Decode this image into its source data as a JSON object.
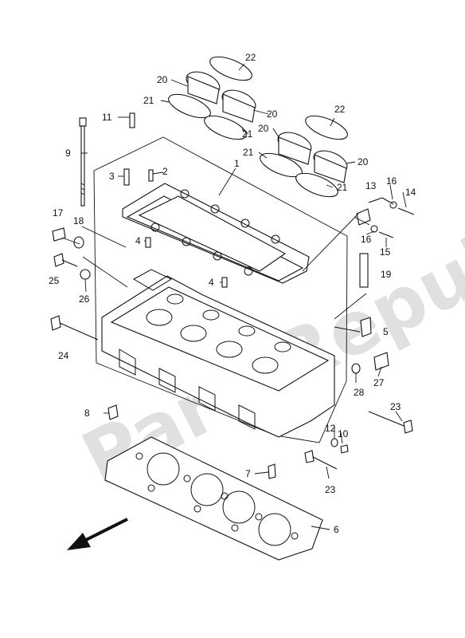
{
  "diagram": {
    "watermark": "PartsRepublik",
    "callouts": {
      "c1": "1",
      "c2": "2",
      "c3": "3",
      "c4a": "4",
      "c4b": "4",
      "c5": "5",
      "c6": "6",
      "c7": "7",
      "c8": "8",
      "c9": "9",
      "c10": "10",
      "c11": "11",
      "c12": "12",
      "c13": "13",
      "c14": "14",
      "c15": "15",
      "c16a": "16",
      "c16b": "16",
      "c17": "17",
      "c18": "18",
      "c19": "19",
      "c20a": "20",
      "c20b": "20",
      "c20c": "20",
      "c20d": "20",
      "c21a": "21",
      "c21b": "21",
      "c21c": "21",
      "c21d": "21",
      "c22a": "22",
      "c22b": "22",
      "c23a": "23",
      "c23b": "23",
      "c24": "24",
      "c25": "25",
      "c26": "26",
      "c27": "27",
      "c28": "28"
    }
  }
}
